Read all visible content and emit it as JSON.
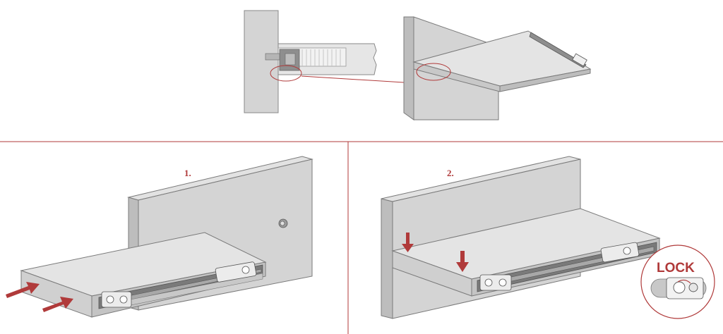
{
  "steps": {
    "step1_label": "1.",
    "step2_label": "2."
  },
  "lock_callout": {
    "label": "LOCK"
  },
  "colors": {
    "accent": "#b03a3a",
    "panel_front": "#d4d4d4",
    "panel_side": "#bdbdbd",
    "panel_top": "#e2e2e2",
    "outline": "#7a7a7a",
    "metal": "#9a9a9a"
  }
}
